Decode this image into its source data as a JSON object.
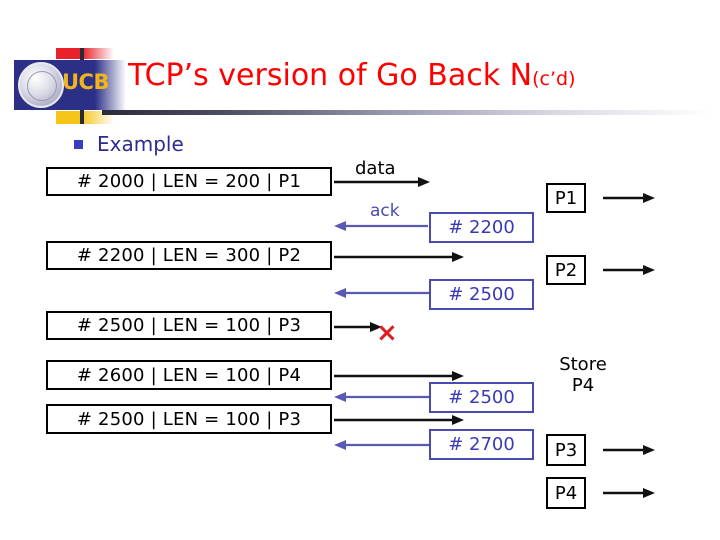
{
  "slide": {
    "title_main": "TCP’s version of Go Back N",
    "title_suffix": "(c’d)",
    "logo_text": "UCB",
    "bullet": "Example",
    "title_color": "#ff0000",
    "bullet_color": "#2d2d8f",
    "ack_color": "#3a3ab5",
    "x_color": "#e01b24"
  },
  "sender_packets": [
    {
      "label": "# 2000 | LEN = 200 | P1"
    },
    {
      "label": "# 2200 | LEN = 300 | P2"
    },
    {
      "label": "# 2500 | LEN = 100 | P3"
    },
    {
      "label": "# 2600 | LEN = 100 | P4"
    },
    {
      "label": "# 2500 | LEN = 100 | P3"
    }
  ],
  "acks": [
    {
      "label": "# 2200"
    },
    {
      "label": "# 2500"
    },
    {
      "label": "# 2500"
    },
    {
      "label": "# 2700"
    }
  ],
  "receiver_packets": [
    {
      "label": "P1"
    },
    {
      "label": "P2"
    },
    {
      "label": "P3"
    },
    {
      "label": "P4"
    }
  ],
  "labels": {
    "data": "data",
    "ack": "ack",
    "store_line1": "Store",
    "store_line2": "P4",
    "loss_mark": "×"
  }
}
